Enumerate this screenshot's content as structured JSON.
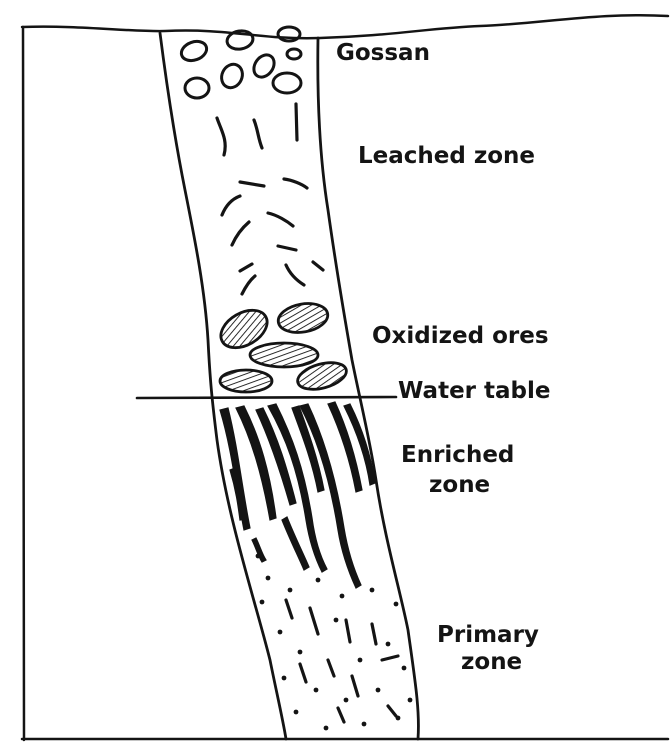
{
  "diagram": {
    "labels": {
      "gossan": "Gossan",
      "leached": "Leached zone",
      "oxidized": "Oxidized ores",
      "water_table": "Water table",
      "enriched_1": "Enriched",
      "enriched_2": "zone",
      "primary_1": "Primary",
      "primary_2": "zone"
    },
    "colors": {
      "ink": "#141414",
      "paper": "#ffffff"
    }
  }
}
